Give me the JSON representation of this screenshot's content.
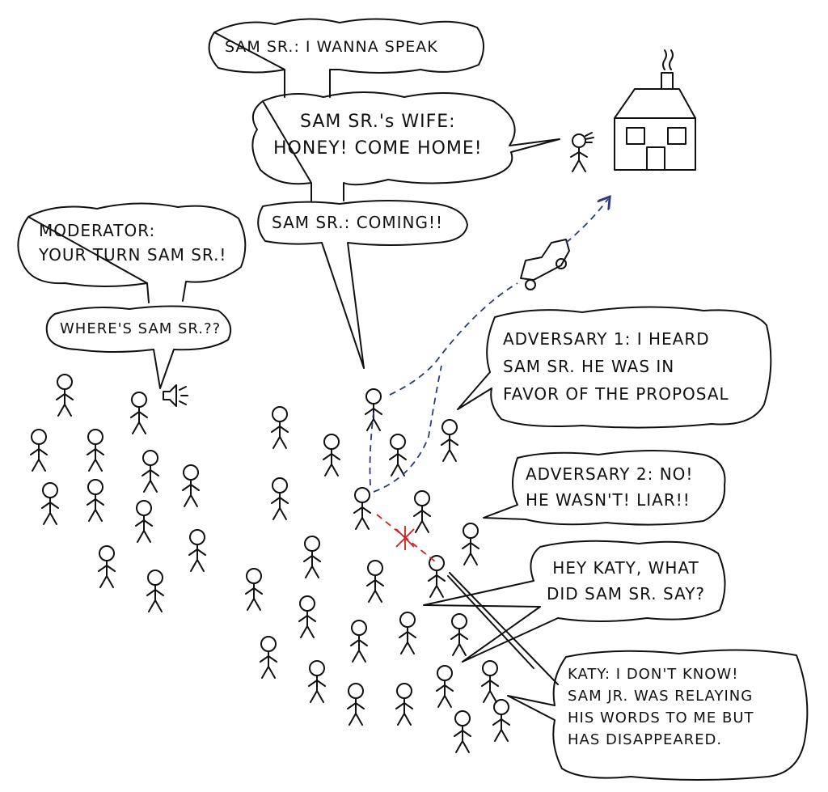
{
  "colors": {
    "ink": "#111111",
    "path_blue": "#2b3a7a",
    "cut_red": "#cc2222"
  },
  "bubbles": {
    "sam_sr_speak": {
      "lines": [
        "SAM SR.: I WANNA SPEAK"
      ]
    },
    "wife": {
      "lines": [
        "SAM SR.'s WIFE:",
        "HONEY! COME HOME!"
      ]
    },
    "coming": {
      "lines": [
        "SAM SR.: COMING!!"
      ]
    },
    "moderator": {
      "lines": [
        "MODERATOR:",
        "YOUR TURN SAM SR.!"
      ]
    },
    "wheres": {
      "lines": [
        "WHERE'S SAM SR.??"
      ]
    },
    "adversary1": {
      "lines": [
        "ADVERSARY 1: I HEARD",
        "SAM SR. HE WAS IN",
        "FAVOR OF THE PROPOSAL"
      ]
    },
    "adversary2": {
      "lines": [
        "ADVERSARY 2: NO!",
        "HE WASN'T! LIAR!!"
      ]
    },
    "hey_katy": {
      "lines": [
        "HEY KATY, WHAT",
        "DID SAM SR. SAY?"
      ]
    },
    "katy": {
      "lines": [
        "KATY: I DON'T KNOW!",
        "SAM JR. WAS RELAYING",
        "HIS WORDS TO ME BUT",
        "HAS DISAPPEARED."
      ]
    }
  },
  "icons": {
    "house": "house-icon",
    "car": "car-icon",
    "megaphone": "megaphone-icon"
  }
}
